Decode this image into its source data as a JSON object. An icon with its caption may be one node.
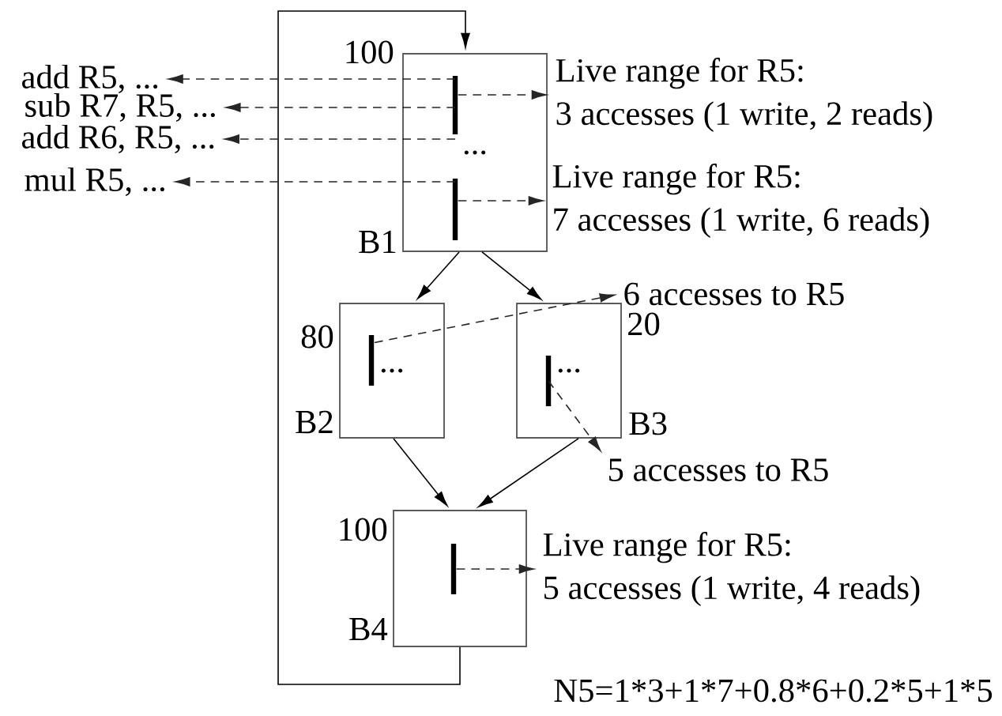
{
  "diagram": {
    "nodes": [
      {
        "text": [
          "..."
        ],
        "beside": [
          "100",
          "B1"
        ]
      },
      {
        "text": [],
        "shape": "bar",
        "in": 0
      },
      {
        "text": [],
        "shape": "bar",
        "in": 0
      },
      {
        "text": [
          "..."
        ],
        "beside": [
          "80",
          "B2"
        ]
      },
      {
        "text": [],
        "shape": "bar",
        "in": 3
      },
      {
        "text": [
          "..."
        ],
        "beside": [
          "20",
          "B3"
        ]
      },
      {
        "text": [],
        "shape": "bar",
        "in": 5
      },
      {
        "text": [],
        "shape": "box",
        "beside": [
          "100",
          "B4"
        ]
      },
      {
        "text": [],
        "shape": "bar",
        "in": 7
      },
      {
        "text": [
          "add R5, ..."
        ]
      },
      {
        "text": [
          "sub R7, R5, ..."
        ]
      },
      {
        "text": [
          "add R6, R5, ..."
        ]
      },
      {
        "text": [
          "mul R5, ..."
        ]
      },
      {
        "text": [
          "Live range for R5:",
          "3 accesses (1 write, 2 reads)"
        ]
      },
      {
        "text": [
          "Live range for R5:",
          "7 accesses (1 write, 6 reads)"
        ]
      },
      {
        "text": [
          "6 accesses to R5"
        ]
      },
      {
        "text": [
          "5 accesses to R5"
        ]
      },
      {
        "text": [
          "Live range for R5:",
          "5 accesses (1 write, 4 reads)"
        ]
      }
    ],
    "edges": [
      {
        "from": 0,
        "to": 3,
        "arrow": "to"
      },
      {
        "from": 0,
        "to": 5,
        "arrow": "to"
      },
      {
        "from": 3,
        "to": 7,
        "arrow": "to"
      },
      {
        "from": 5,
        "to": 7,
        "arrow": "to"
      },
      {
        "from": 7,
        "to": 0,
        "arrow": "to"
      },
      {
        "from": 1,
        "to": 9,
        "arrow": "to",
        "style": "dashed"
      },
      {
        "from": 1,
        "to": 10,
        "arrow": "to",
        "style": "dashed"
      },
      {
        "from": 1,
        "to": 11,
        "arrow": "to",
        "style": "dashed"
      },
      {
        "from": 2,
        "to": 12,
        "arrow": "to",
        "style": "dashed"
      },
      {
        "from": 1,
        "to": 13,
        "arrow": "to",
        "style": "dashed"
      },
      {
        "from": 2,
        "to": 14,
        "arrow": "to",
        "style": "dashed"
      },
      {
        "from": 4,
        "to": 15,
        "arrow": "to",
        "style": "dashed"
      },
      {
        "from": 6,
        "to": 16,
        "arrow": "to",
        "style": "dashed"
      },
      {
        "from": 8,
        "to": 17,
        "arrow": "to",
        "style": "dashed"
      }
    ],
    "labels": [
      "N5=1*3+1*7+0.8*6+0.2*5+1*5"
    ]
  }
}
